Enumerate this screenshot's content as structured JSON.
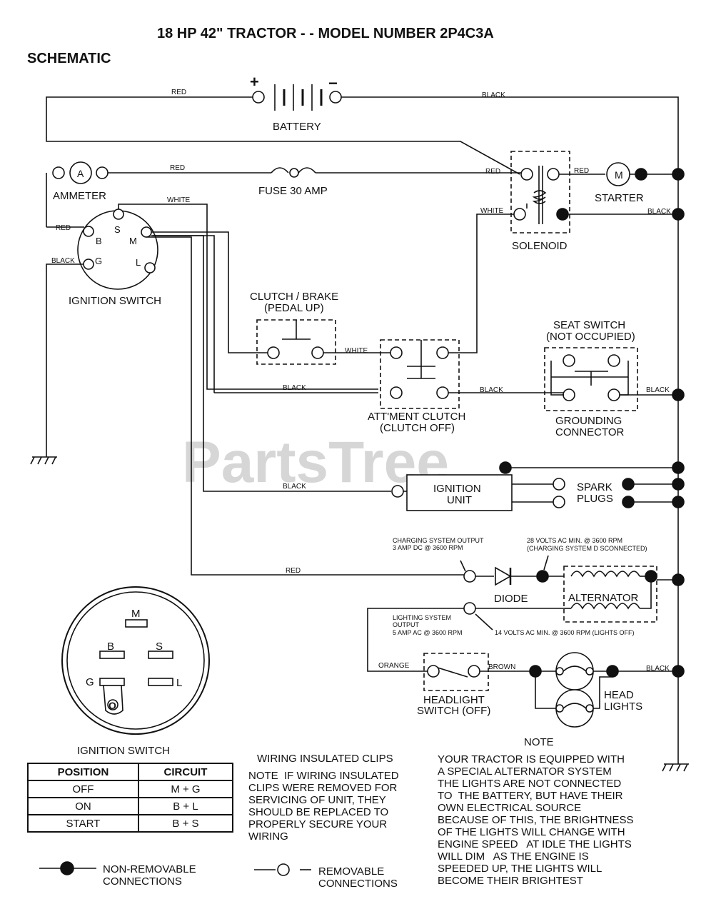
{
  "title": "18 HP 42\" TRACTOR - - MODEL NUMBER 2P4C3A",
  "subtitle": "SCHEMATIC",
  "watermark": "PartsTree",
  "components": {
    "battery": "BATTERY",
    "battery_plus": "+",
    "battery_minus": "−",
    "ammeter": "AMMETER",
    "ammeter_symbol": "A",
    "fuse": "FUSE 30 AMP",
    "solenoid": "SOLENOID",
    "starter": "STARTER",
    "starter_symbol": "M",
    "ignition_switch": "IGNITION SWITCH",
    "term_s": "S",
    "term_b": "B",
    "term_m": "M",
    "term_g": "G",
    "term_l": "L",
    "clutch_brake_1": "CLUTCH / BRAKE",
    "clutch_brake_2": "(PEDAL UP)",
    "seat_switch_1": "SEAT SWITCH",
    "seat_switch_2": "(NOT OCCUPIED)",
    "attment_1": "ATT'MENT CLUTCH",
    "attment_2": "(CLUTCH OFF)",
    "grounding_1": "GROUNDING",
    "grounding_2": "CONNECTOR",
    "ignition_unit_1": "IGNITION",
    "ignition_unit_2": "UNIT",
    "spark_1": "SPARK",
    "spark_2": "PLUGS",
    "diode": "DIODE",
    "alternator": "ALTERNATOR",
    "headlight_1": "HEADLIGHT",
    "headlight_2": "SWITCH (OFF)",
    "headlights_1": "HEAD",
    "headlights_2": "LIGHTS"
  },
  "wires": {
    "red": "RED",
    "black": "BLACK",
    "white": "WHITE",
    "orange": "ORANGE",
    "brown": "BROWN"
  },
  "notes": {
    "charge_out_1": "CHARGING SYSTEM OUTPUT",
    "charge_out_2": "3 AMP DC @ 3600 RPM",
    "volts_1": "28 VOLTS AC MIN. @ 3600 RPM",
    "volts_2": "(CHARGING SYSTEM D SCONNECTED)",
    "light_out_1": "LIGHTING SYSTEM",
    "light_out_2": "OUTPUT",
    "light_out_3": "5 AMP AC @ 3600 RPM",
    "light_volts": "14 VOLTS AC MIN. @ 3600 RPM (LIGHTS OFF)"
  },
  "ignition_diagram": {
    "label": "IGNITION SWITCH",
    "m": "M",
    "b": "B",
    "s": "S",
    "g": "G",
    "l": "L",
    "o": "O"
  },
  "position_table": {
    "headers": [
      "POSITION",
      "CIRCUIT"
    ],
    "rows": [
      [
        "OFF",
        "M + G"
      ],
      [
        "ON",
        "B + L"
      ],
      [
        "START",
        "B + S"
      ]
    ]
  },
  "clips": {
    "title": "WIRING INSULATED CLIPS",
    "text": "NOTE  IF WIRING INSULATED\nCLIPS WERE REMOVED FOR\nSERVICING OF UNIT, THEY\nSHOULD BE REPLACED TO\nPROPERLY SECURE YOUR\nWIRING"
  },
  "note": {
    "title": "NOTE",
    "text": "YOUR TRACTOR IS EQUIPPED WITH\nA SPECIAL ALTERNATOR SYSTEM\nTHE LIGHTS ARE NOT CONNECTED\nTO  THE BATTERY, BUT HAVE THEIR\nOWN ELECTRICAL SOURCE\nBECAUSE OF THIS, THE BRIGHTNESS\nOF THE LIGHTS WILL CHANGE WITH\nENGINE SPEED   AT IDLE THE LIGHTS\nWILL DIM   AS THE ENGINE IS\nSPEEDED UP, THE LIGHTS WILL\nBECOME THEIR BRIGHTEST"
  },
  "legend": {
    "non_removable_1": "NON-REMOVABLE",
    "non_removable_2": "CONNECTIONS",
    "removable_1": "REMOVABLE",
    "removable_2": "CONNECTIONS"
  }
}
